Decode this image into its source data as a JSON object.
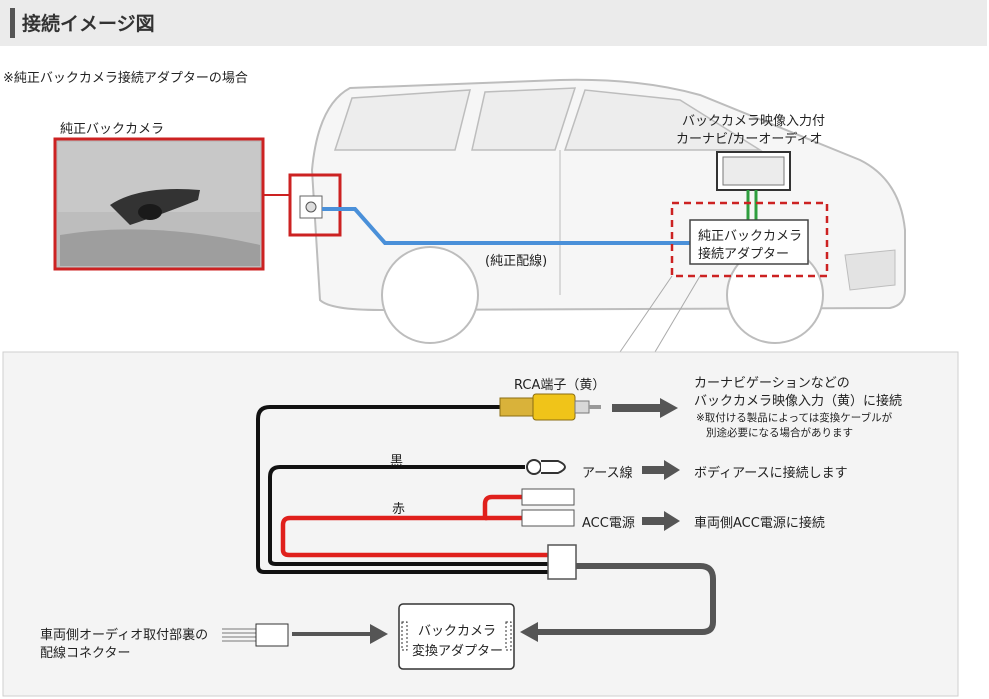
{
  "header": {
    "title": "接続イメージ図"
  },
  "note": "※純正バックカメラ接続アダプターの場合",
  "top": {
    "camera_label": "純正バックカメラ",
    "navi_label_1": "バックカメラ映像入力付",
    "navi_label_2": "カーナビ/カーオーディオ",
    "adapter_label_1": "純正バックカメラ",
    "adapter_label_2": "接続アダプター",
    "wire_label": "(純正配線)"
  },
  "bottom": {
    "rca_label": "RCA端子（黄）",
    "rca_desc_1": "カーナビゲーションなどの",
    "rca_desc_2": "バックカメラ映像入力（黄）に接続",
    "rca_note_1": "※取付ける製品によっては変換ケーブルが",
    "rca_note_2": "別途必要になる場合があります",
    "black_label": "黒",
    "earth_label": "アース線",
    "earth_desc": "ボディアースに接続します",
    "red_label": "赤",
    "acc_label": "ACC電源",
    "acc_desc": "車両側ACC電源に接続",
    "vehicle_conn_1": "車両側オーディオ取付部裏の",
    "vehicle_conn_2": "配線コネクター",
    "converter_1": "バックカメラ",
    "converter_2": "変換アダプター"
  },
  "colors": {
    "red_frame": "#cc2222",
    "blue_wire": "#4a90d9",
    "green_wire": "#2e9e3e",
    "red_wire": "#e0201c",
    "yellow_plug": "#f0c419"
  }
}
